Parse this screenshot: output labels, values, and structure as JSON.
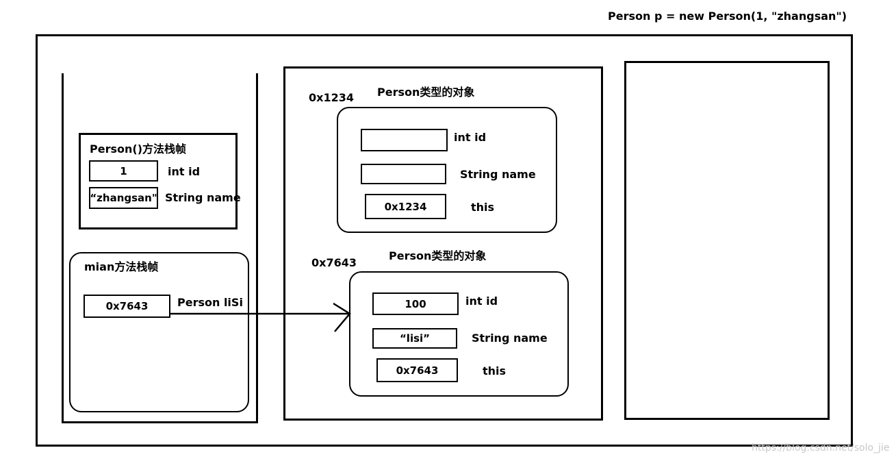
{
  "title": "Person p = new Person(1, \"zhangsan\")",
  "stack": {
    "person_frame": {
      "title": "Person()方法栈帧",
      "fields": [
        {
          "value": "1",
          "label": "int id"
        },
        {
          "value": "“zhangsan\"",
          "label": "String name"
        }
      ]
    },
    "main_frame": {
      "title": "mian方法栈帧",
      "var_value": "0x7643",
      "var_label": "Person liSi"
    }
  },
  "heap": {
    "objects": [
      {
        "address": "0x1234",
        "title": "Person类型的对象",
        "fields": [
          {
            "value": "",
            "label": "int id"
          },
          {
            "value": "",
            "label": "String name"
          },
          {
            "value": "0x1234",
            "label": "this"
          }
        ]
      },
      {
        "address": "0x7643",
        "title": "Person类型的对象",
        "fields": [
          {
            "value": "100",
            "label": "int id"
          },
          {
            "value": "“lisi”",
            "label": "String name"
          },
          {
            "value": "0x7643",
            "label": "this"
          }
        ]
      }
    ]
  },
  "watermark": "https://blog.csdn.net/solo_jie"
}
